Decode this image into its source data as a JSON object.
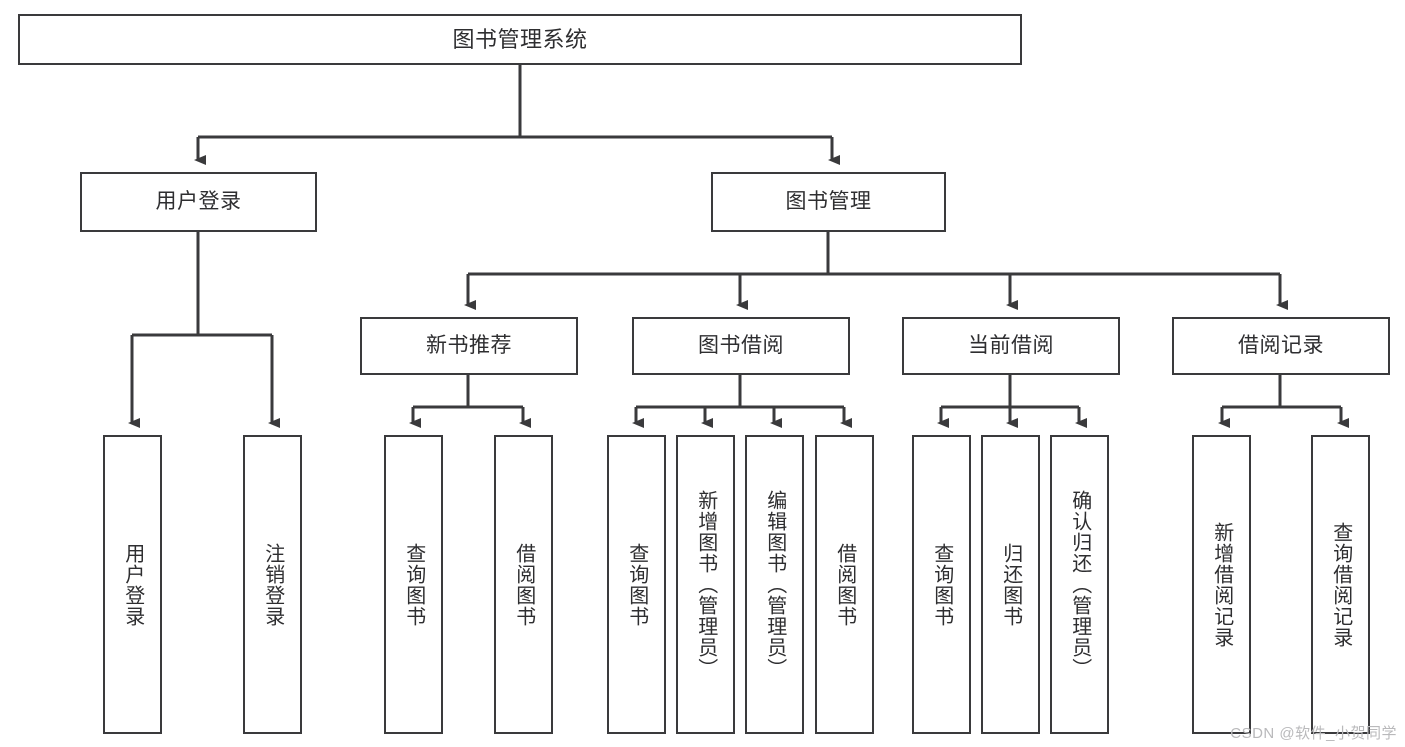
{
  "diagram": {
    "title": "图书管理系统",
    "type": "hierarchy-tree",
    "colors": {
      "box_border": "#3a3a3c",
      "box_fill": "#ffffff",
      "text": "#2e2e30",
      "connector": "#3a3a3c",
      "watermark": "#b9b9bb"
    },
    "root": {
      "label": "图书管理系统"
    },
    "level1": [
      {
        "label": "用户登录"
      },
      {
        "label": "图书管理"
      }
    ],
    "level2": [
      {
        "label": "新书推荐"
      },
      {
        "label": "图书借阅"
      },
      {
        "label": "当前借阅"
      },
      {
        "label": "借阅记录"
      }
    ],
    "leaves": {
      "user_login": [
        {
          "label": "用户登录"
        },
        {
          "label": "注销登录"
        }
      ],
      "new_book_recommend": [
        {
          "label": "查询图书"
        },
        {
          "label": "借阅图书"
        }
      ],
      "book_borrow": [
        {
          "label": "查询图书"
        },
        {
          "label": "新增图书（管理员）"
        },
        {
          "label": "编辑图书（管理员）"
        },
        {
          "label": "借阅图书"
        }
      ],
      "current_borrow": [
        {
          "label": "查询图书"
        },
        {
          "label": "归还图书"
        },
        {
          "label": "确认归还（管理员）"
        }
      ],
      "borrow_record": [
        {
          "label": "新增借阅记录"
        },
        {
          "label": "查询借阅记录"
        }
      ]
    }
  },
  "watermark": {
    "text": "CSDN @软件_小贺同学"
  }
}
